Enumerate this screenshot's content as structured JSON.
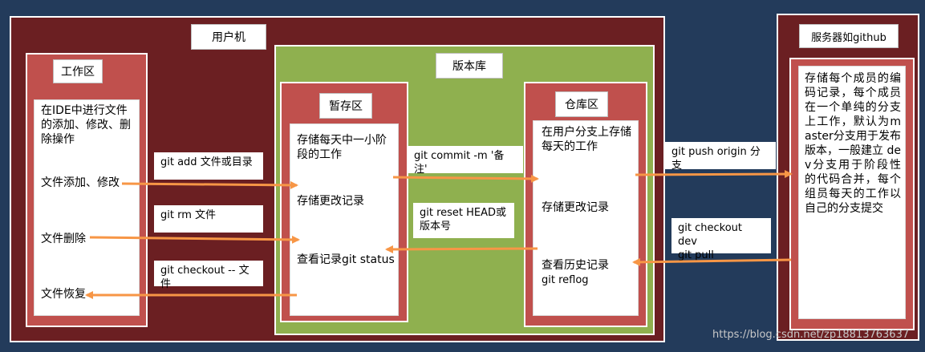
{
  "user_machine": {
    "title": "用户机"
  },
  "work_area": {
    "title": "工作区",
    "desc": "在IDE中进行文件的添加、修改、删除操作",
    "add_modify": "文件添加、修改",
    "delete": "文件删除",
    "restore": "文件恢复"
  },
  "repo": {
    "title": "版本库"
  },
  "stage": {
    "title": "暂存区",
    "desc": "存储每天中一小阶段的工作",
    "log": "存储更改记录",
    "view": "查看记录git status"
  },
  "local_repo": {
    "title": "仓库区",
    "desc": "在用户分支上存储每天的工作",
    "log": "存储更改记录",
    "history_line1": "查看历史记录",
    "history_line2": "git reflog"
  },
  "server": {
    "title": "服务器如github",
    "desc": "存储每个成员的编码记录，每个成员在一个单纯的分支上工作，默认为master分支用于发布版本，一般建立 dev分支用于阶段性的代码合并，每个组员每天的工作以自己的分支提交"
  },
  "commands": {
    "git_add": "git add 文件或目录",
    "git_rm": "git rm 文件",
    "git_checkout_file": "git checkout -- 文件",
    "git_commit": "git commit -m '备注'",
    "git_reset": "git reset HEAD或版本号",
    "git_push": "git push origin 分支",
    "git_checkout_dev": "git checkout dev",
    "git_pull": "git pull"
  },
  "watermark": "https://blog.csdn.net/zp18813763637",
  "colors": {
    "background": "#233b5b",
    "outer": "#6b1f22",
    "panel": "#c0504d",
    "repo": "#8fb04f",
    "arrow": "#f79646"
  }
}
